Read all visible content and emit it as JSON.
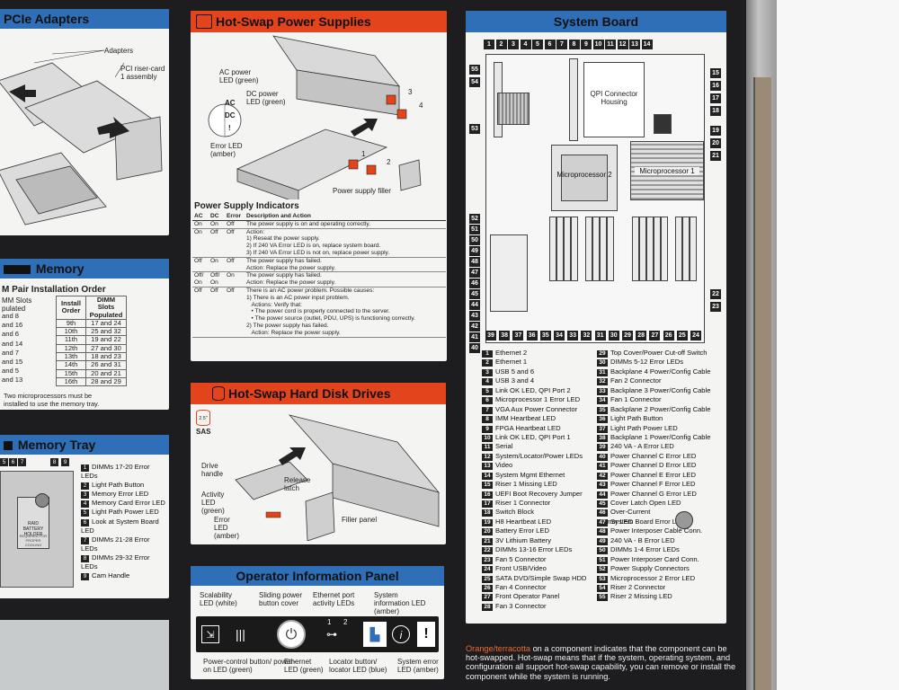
{
  "pcie": {
    "title": "PCIe Adapters",
    "adapters": "Adapters",
    "riser": "PCI riser-card 1 assembly"
  },
  "memory": {
    "title": "Memory",
    "subtitle": "M Pair Installation Order",
    "col_a": "MM Slots pulated",
    "col_b_head": "Install Order",
    "col_c_head": "DIMM Slots Populated",
    "left_values": [
      "and 8",
      "and 16",
      "and 6",
      "and 14",
      "and 7",
      "and 15",
      "and 5",
      "and 13"
    ],
    "orders": [
      "9th",
      "10th",
      "11th",
      "12th",
      "13th",
      "14th",
      "15th",
      "16th"
    ],
    "slots": [
      "17 and 24",
      "25 and 32",
      "19 and 22",
      "27 and 30",
      "18 and 23",
      "26 and 31",
      "20 and 21",
      "28 and 29"
    ],
    "note": "Two microprocessors must be installed to use the memory tray."
  },
  "memory_tray": {
    "title": "Memory Tray",
    "top_nums": [
      "5",
      "6",
      "7",
      "8",
      "9"
    ],
    "holder": "RAID BATTERY HOLDER",
    "holder2": "REQUIRED FOR PROPER COOLING",
    "items": [
      {
        "n": "1",
        "t": "DIMMs 17-20 Error LEDs"
      },
      {
        "n": "2",
        "t": "Light Path Button"
      },
      {
        "n": "3",
        "t": "Memory Error LED"
      },
      {
        "n": "4",
        "t": "Memory Card Error LED"
      },
      {
        "n": "5",
        "t": "Light Path Power LED"
      },
      {
        "n": "6",
        "t": "Look at System Board LED"
      },
      {
        "n": "7",
        "t": "DIMMs 21-28 Error LEDs"
      },
      {
        "n": "8",
        "t": "DIMMs 29-32 Error LEDs"
      },
      {
        "n": "9",
        "t": "Cam Handle"
      }
    ]
  },
  "psu": {
    "title": "Hot-Swap Power Supplies",
    "ac_led": "AC power LED (green)",
    "dc_led": "DC power LED (green)",
    "err_led": "Error LED (amber)",
    "filler": "Power supply filler",
    "ac": "AC",
    "dc": "DC",
    "ex": "!",
    "callouts": [
      "1",
      "2",
      "3",
      "4"
    ],
    "table_title": "Power Supply Indicators",
    "cols": [
      "AC",
      "DC",
      "Error",
      "Description and Action"
    ],
    "rows": [
      {
        "ac": "On",
        "dc": "On",
        "err": "Off",
        "desc": "The power supply is on and operating correctly."
      },
      {
        "ac": "On",
        "dc": "Off",
        "err": "Off",
        "desc": "Action:\n1) Reseat the power supply.\n2) If 240 VA Error LED is on, replace system board.\n3) If 240 VA Error LED is not on, replace power supply."
      },
      {
        "ac": "Off",
        "dc": "On",
        "err": "Off",
        "desc": "The power supply has failed.\nAction: Replace the power supply."
      },
      {
        "ac": "Off/ On",
        "dc": "Off/ On",
        "err": "On",
        "desc": "The power supply has failed.\nAction: Replace the power supply."
      },
      {
        "ac": "Off",
        "dc": "Off",
        "err": "Off",
        "desc": "There is an AC power problem. Possible causes:\n1) There is an AC power input problem.\n   Actions: Verify that:\n   • The power cord is properly connected to the server.\n   • The power source (outlet, PDU, UPS) is functioning correctly.\n2) The power supply has failed.\n   Action: Replace the power supply."
      }
    ]
  },
  "hdd": {
    "title": "Hot-Swap Hard Disk Drives",
    "sas": "SAS",
    "size": "2.5\"",
    "drive_handle": "Drive handle",
    "release": "Release latch",
    "activity": "Activity LED (green)",
    "error": "Error LED (amber)",
    "filler": "Filler panel"
  },
  "opi": {
    "title": "Operator Information Panel",
    "scal": "Scalability LED (white)",
    "slide": "Sliding power button cover",
    "eth": "Ethernet port activity LEDs",
    "sys": "System information LED (amber)",
    "pwr": "Power-control button/ power-on LED (green)",
    "ethled": "Ethernet LED (green)",
    "loc": "Locator button/ locator LED (blue)",
    "syserr": "System error LED (amber)",
    "n1": "1",
    "n2": "2"
  },
  "sysboard": {
    "title": "System Board",
    "top_nums": [
      "1",
      "2",
      "3",
      "4",
      "5",
      "6",
      "7",
      "8",
      "9",
      "10",
      "11",
      "12",
      "13",
      "14"
    ],
    "right_nums": [
      "15",
      "16",
      "17",
      "18",
      "19",
      "20",
      "21",
      "22",
      "23"
    ],
    "left_nums": [
      "55",
      "54",
      "53",
      "52",
      "51",
      "50",
      "49",
      "48",
      "47",
      "46",
      "45",
      "44",
      "43",
      "42",
      "41",
      "40"
    ],
    "bottom_nums": [
      "39",
      "38",
      "37",
      "36",
      "35",
      "34",
      "33",
      "32",
      "31",
      "30",
      "29",
      "28",
      "27",
      "26",
      "25",
      "24"
    ],
    "qpi": "QPI Connector Housing",
    "mp2": "Microprocessor 2",
    "mp1": "Microprocessor 1",
    "legend_left": [
      {
        "n": "1",
        "t": "Ethernet 2"
      },
      {
        "n": "2",
        "t": "Ethernet 1"
      },
      {
        "n": "3",
        "t": "USB 5 and 6"
      },
      {
        "n": "4",
        "t": "USB 3 and 4"
      },
      {
        "n": "5",
        "t": "Link OK LED, QPI Port 2"
      },
      {
        "n": "6",
        "t": "Microprocessor 1 Error LED"
      },
      {
        "n": "7",
        "t": "VGA Aux Power Connector"
      },
      {
        "n": "8",
        "t": "IMM Heartbeat LED"
      },
      {
        "n": "9",
        "t": "FPGA Heartbeat LED"
      },
      {
        "n": "10",
        "t": "Link OK LED, QPI Port 1"
      },
      {
        "n": "11",
        "t": "Serial"
      },
      {
        "n": "12",
        "t": "System/Locator/Power LEDs"
      },
      {
        "n": "13",
        "t": "Video"
      },
      {
        "n": "14",
        "t": "System Mgmt Ethernet"
      },
      {
        "n": "15",
        "t": "Riser 1 Missing LED"
      },
      {
        "n": "16",
        "t": "UEFI Boot Recovery Jumper"
      },
      {
        "n": "17",
        "t": "Riser 1 Connector"
      },
      {
        "n": "18",
        "t": "Switch Block"
      },
      {
        "n": "19",
        "t": "H8 Heartbeat LED"
      },
      {
        "n": "20",
        "t": "Battery Error LED"
      },
      {
        "n": "21",
        "t": "3V Lithium Battery"
      },
      {
        "n": "22",
        "t": "DIMMs 13-16 Error LEDs"
      },
      {
        "n": "23",
        "t": "Fan 5 Connector"
      },
      {
        "n": "24",
        "t": "Front USB/Video"
      },
      {
        "n": "25",
        "t": "SATA DVD/Simple Swap HDD"
      },
      {
        "n": "26",
        "t": "Fan 4 Connector"
      },
      {
        "n": "27",
        "t": "Front Operator Panel"
      },
      {
        "n": "28",
        "t": "Fan 3 Connector"
      }
    ],
    "legend_right": [
      {
        "n": "29",
        "t": "Top Cover/Power Cut-off Switch"
      },
      {
        "n": "30",
        "t": "DIMMs 5-12 Error LEDs"
      },
      {
        "n": "31",
        "t": "Backplane 4 Power/Config Cable"
      },
      {
        "n": "32",
        "t": "Fan 2 Connector"
      },
      {
        "n": "33",
        "t": "Backplane 3 Power/Config Cable"
      },
      {
        "n": "34",
        "t": "Fan 1 Connector"
      },
      {
        "n": "35",
        "t": "Backplane 2 Power/Config Cable"
      },
      {
        "n": "36",
        "t": "Light Path Button"
      },
      {
        "n": "37",
        "t": "Light Path Power LED"
      },
      {
        "n": "38",
        "t": "Backplane 1 Power/Config Cable"
      },
      {
        "n": "39",
        "t": "240 VA - A Error LED"
      },
      {
        "n": "40",
        "t": "Power Channel C Error LED"
      },
      {
        "n": "41",
        "t": "Power Channel D Error LED"
      },
      {
        "n": "42",
        "t": "Power Channel E Error LED"
      },
      {
        "n": "43",
        "t": "Power Channel F Error LED"
      },
      {
        "n": "44",
        "t": "Power Channel G Error LED"
      },
      {
        "n": "45",
        "t": "Cover Latch Open LED"
      },
      {
        "n": "46",
        "t": "Over-Current\n   Error LED"
      },
      {
        "n": "47",
        "t": "System Board Error LED"
      },
      {
        "n": "48",
        "t": "Power Interposer Cable Conn."
      },
      {
        "n": "49",
        "t": "240 VA - B Error LED"
      },
      {
        "n": "50",
        "t": "DIMMs 1-4 Error LEDs"
      },
      {
        "n": "51",
        "t": "Power Interposer Card Conn."
      },
      {
        "n": "52",
        "t": "Power Supply Connectors"
      },
      {
        "n": "53",
        "t": "Microprocessor 2 Error LED"
      },
      {
        "n": "54",
        "t": "Riser 2 Connector"
      },
      {
        "n": "55",
        "t": "Riser 2 Missing LED"
      }
    ],
    "footer_orange": "Orange/terracotta",
    "footer_rest": " on a component indicates that the component can be hot-swapped.  Hot-swap means that if the system, operating system, and configuration all support hot-swap capability, you can remove or install the component while the system is running."
  },
  "colors": {
    "blue": "#2f6fb8",
    "red": "#e4441c",
    "orange": "#f06a2a",
    "panel": "#f4f4f2"
  }
}
